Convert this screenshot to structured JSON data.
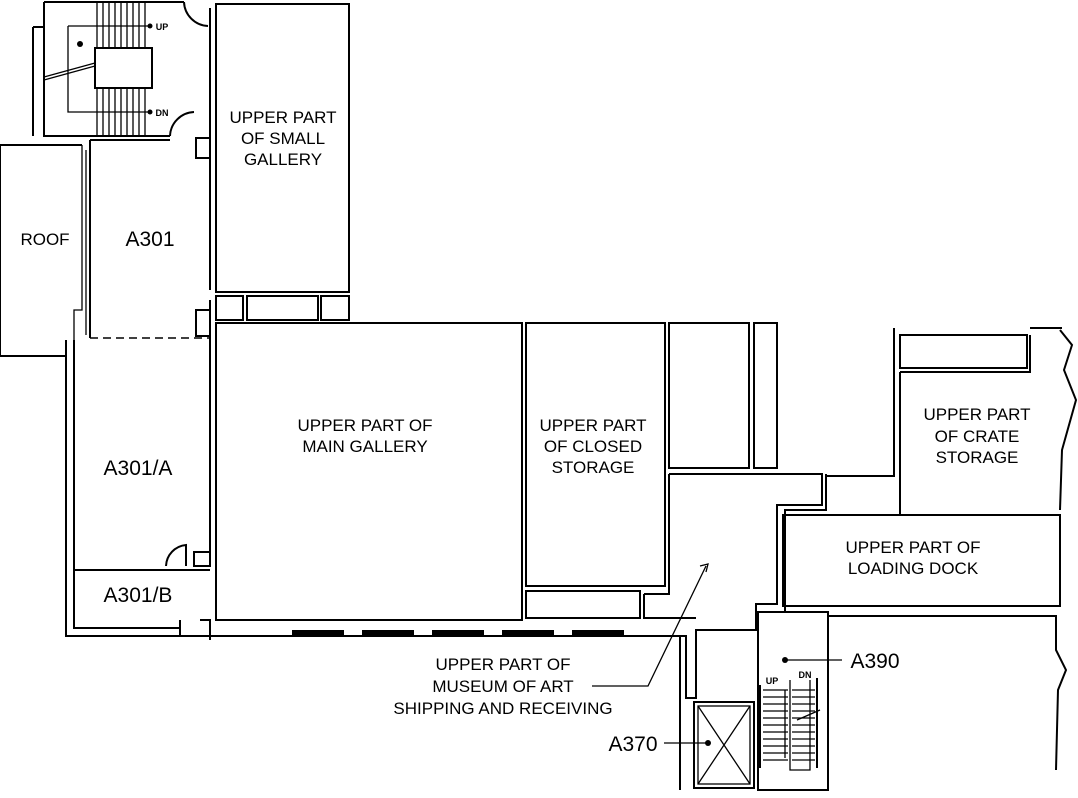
{
  "rooms": {
    "small_gallery": [
      "UPPER PART",
      "OF SMALL",
      "GALLERY"
    ],
    "roof": "ROOF",
    "a301": "A301",
    "a301a": "A301/A",
    "a301b": "A301/B",
    "main_gallery": [
      "UPPER PART OF",
      "MAIN GALLERY"
    ],
    "closed_storage": [
      "UPPER PART",
      "OF CLOSED",
      "STORAGE"
    ],
    "crate_storage": [
      "UPPER PART",
      "OF CRATE",
      "STORAGE"
    ],
    "loading_dock": [
      "UPPER PART OF",
      "LOADING DOCK"
    ],
    "shipping": [
      "UPPER PART OF",
      "MUSEUM OF ART",
      "SHIPPING AND RECEIVING"
    ]
  },
  "callouts": {
    "a390": "A390",
    "a370": "A370"
  },
  "stairs": {
    "up": "UP",
    "dn": "DN"
  }
}
